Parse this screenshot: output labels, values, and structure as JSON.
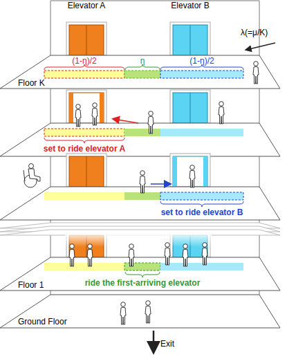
{
  "diagram": {
    "labels": [
      "Elevator A",
      "Elevator B",
      "λ(=μ/K)",
      "Floor K",
      "(1-η)/2",
      "η",
      "(1-η)/2",
      "set to ride elevator A",
      "set to ride elevator B",
      "Floor 1",
      "ride the first-arriving elevator",
      "Ground Floor",
      "Exit"
    ]
  }
}
